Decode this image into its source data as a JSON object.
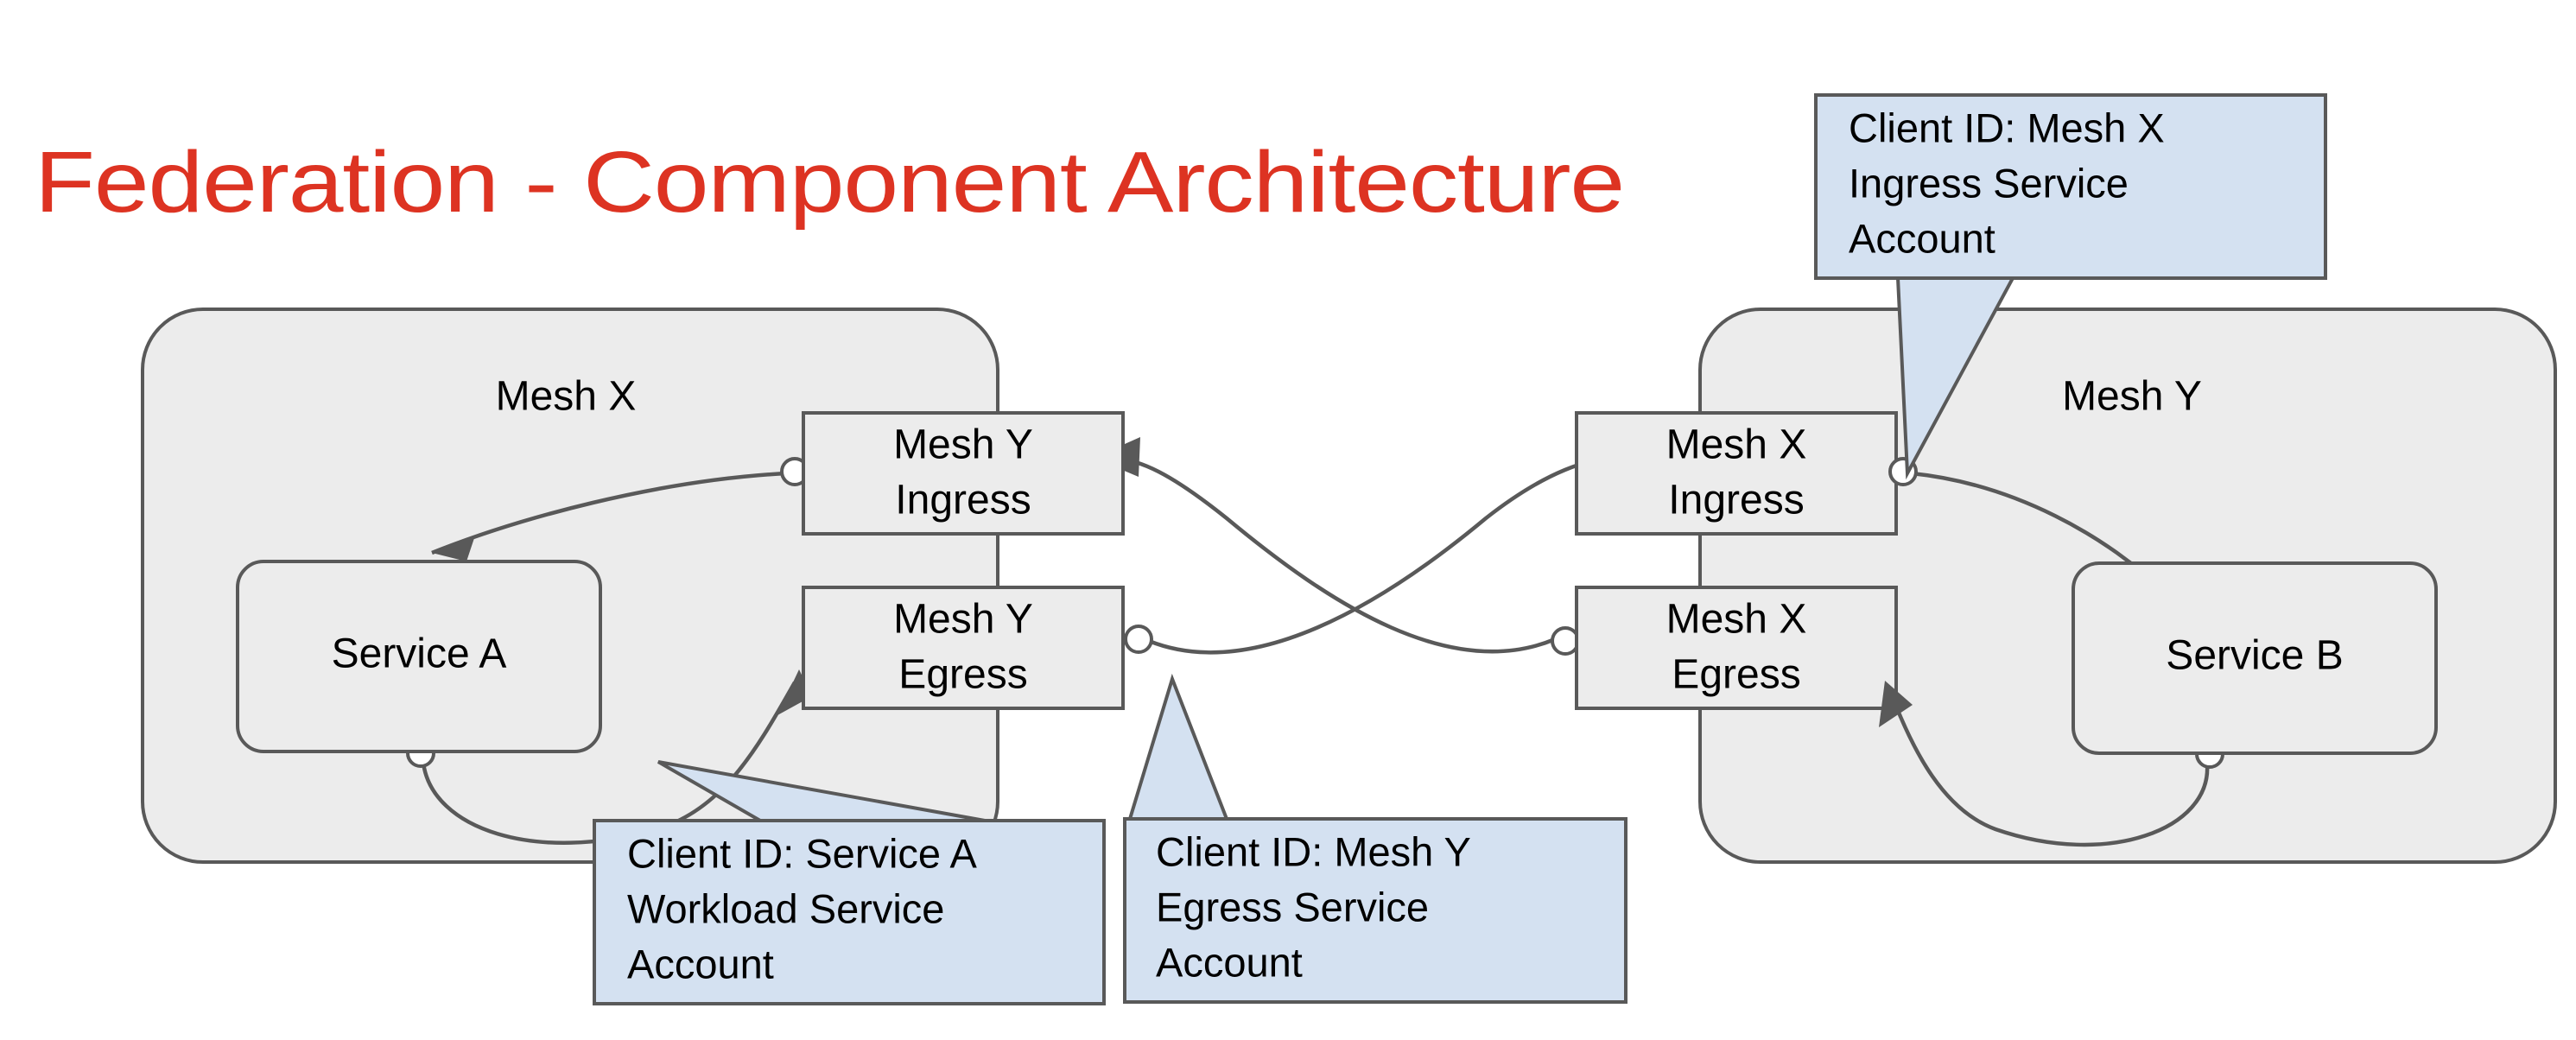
{
  "page": {
    "title": "Federation - Component Architecture",
    "title_color": "#dd3322",
    "background": "#ffffff"
  },
  "palette": {
    "mesh_fill": "#ececec",
    "node_fill": "#ececec",
    "stroke": "#595959",
    "callout_fill": "#d4e1f1",
    "text": "#000000"
  },
  "meshes": [
    {
      "id": "mesh-x",
      "label": "Mesh X"
    },
    {
      "id": "mesh-y",
      "label": "Mesh Y"
    }
  ],
  "nodes": {
    "service_a": {
      "label": "Service A"
    },
    "service_b": {
      "label": "Service B"
    },
    "mesh_y_ingress": {
      "line1": "Mesh Y",
      "line2": "Ingress"
    },
    "mesh_y_egress": {
      "line1": "Mesh Y",
      "line2": "Egress"
    },
    "mesh_x_ingress": {
      "line1": "Mesh X",
      "line2": "Ingress"
    },
    "mesh_x_egress": {
      "line1": "Mesh X",
      "line2": "Egress"
    }
  },
  "callouts": [
    {
      "id": "callout-mesh-x-ingress",
      "line1": "Client ID: Mesh X",
      "line2": "Ingress Service",
      "line3": "Account",
      "target": "mesh-x-ingress-endpoint"
    },
    {
      "id": "callout-service-a",
      "line1": "Client ID: Service A",
      "line2": "Workload Service",
      "line3": "Account",
      "target": "service-a-to-mesh-y-egress"
    },
    {
      "id": "callout-mesh-y-egress",
      "line1": "Client ID: Mesh Y",
      "line2": "Egress Service",
      "line3": "Account",
      "target": "mesh-y-egress-endpoint"
    }
  ],
  "connections": [
    {
      "id": "mesh-y-ingress-to-service-a",
      "from": "mesh_y_ingress",
      "to": "service_a",
      "start_marker": "circle",
      "end_marker": "arrow"
    },
    {
      "id": "service-a-to-mesh-y-egress",
      "from": "service_a",
      "to": "mesh_y_egress",
      "start_marker": "circle",
      "end_marker": "arrow"
    },
    {
      "id": "mesh-y-egress-to-mesh-x-ingress",
      "from": "mesh_y_egress",
      "to": "mesh_x_ingress",
      "start_marker": "circle",
      "end_marker": "arrow"
    },
    {
      "id": "mesh-x-egress-to-mesh-y-ingress",
      "from": "mesh_x_egress",
      "to": "mesh_y_ingress",
      "start_marker": "circle",
      "end_marker": "arrow"
    },
    {
      "id": "mesh-x-ingress-to-service-b",
      "from": "mesh_x_ingress",
      "to": "service_b",
      "start_marker": "circle",
      "end_marker": "arrow"
    },
    {
      "id": "service-b-to-mesh-x-egress",
      "from": "service_b",
      "to": "mesh_x_egress",
      "start_marker": "circle",
      "end_marker": "arrow"
    }
  ]
}
